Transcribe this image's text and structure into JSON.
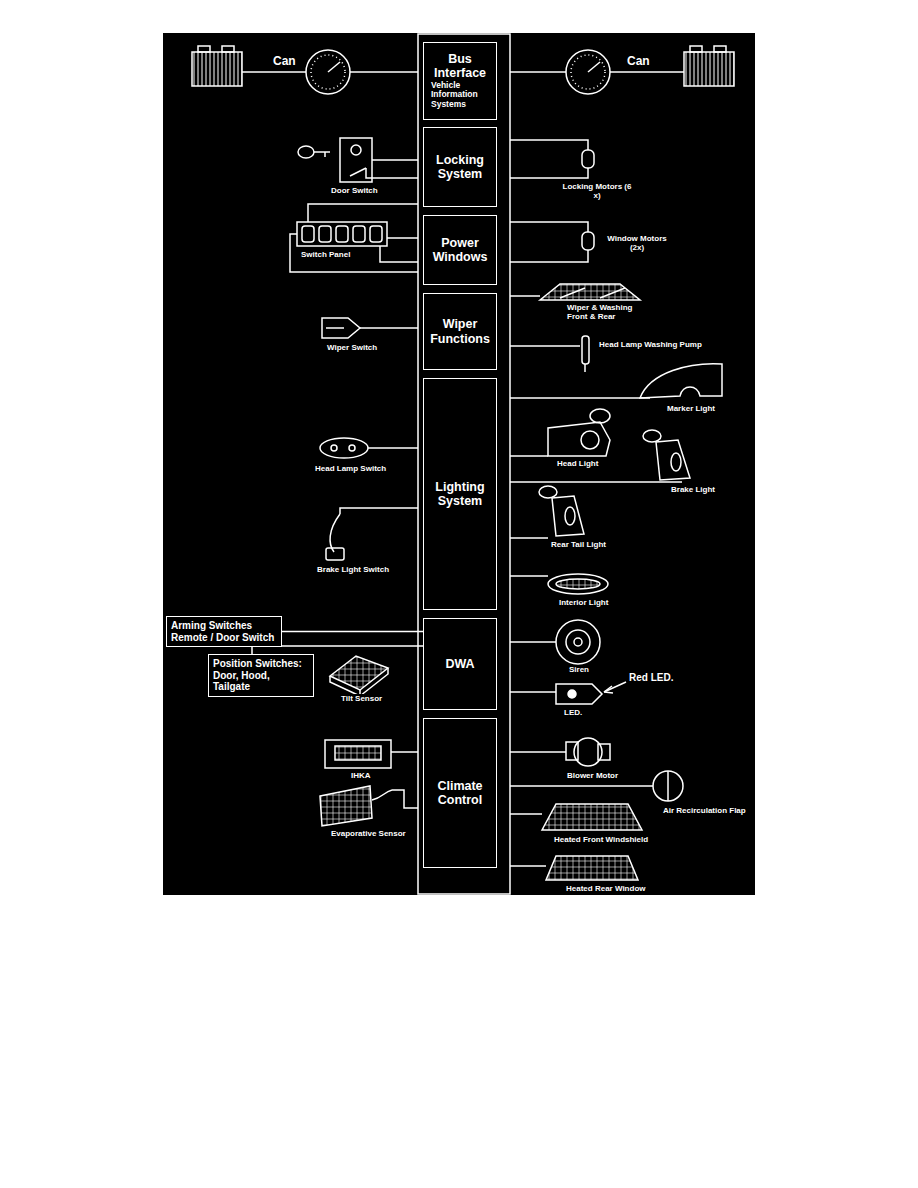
{
  "diagram": {
    "nodes": [
      {
        "text": [
          "Bus Interface",
          "Vehicle Information Systems"
        ]
      },
      {
        "text": [
          "Locking System"
        ]
      },
      {
        "text": [
          "Power Windows"
        ]
      },
      {
        "text": [
          "Wiper Functions"
        ]
      },
      {
        "text": [
          "Lighting System"
        ]
      },
      {
        "text": [
          "DWA"
        ]
      },
      {
        "text": [
          "Climate Control"
        ]
      },
      {
        "text": [
          "Arming Switches Remote / Door Switch"
        ]
      },
      {
        "text": [
          "Position Switches: Door, Hood, Tailgate"
        ]
      }
    ],
    "edges": [
      {
        "from": 7,
        "to": 5,
        "arrow": "none"
      },
      {
        "from": 8,
        "to": 5,
        "arrow": "none"
      }
    ],
    "labels": [
      "Can",
      "Can",
      "Door Switch",
      "Locking Motors (6 x)",
      "Switch Panel",
      "Window Motors (2x)",
      "Wiper & Washing Front & Rear",
      "Head Lamp Washing Pump",
      "Wiper Switch",
      "Marker Light",
      "Head Lamp Switch",
      "Head Light",
      "Brake Light",
      "Rear Tail Light",
      "Brake Light Switch",
      "Interior Light",
      "Siren",
      "Red LED.",
      "LED.",
      "Tilt Sensor",
      "IHKA",
      "Evaporative Sensor",
      "Blower Motor",
      "Air Recirculation Flap",
      "Heated Front Windshield",
      "Heated Rear Window"
    ]
  }
}
